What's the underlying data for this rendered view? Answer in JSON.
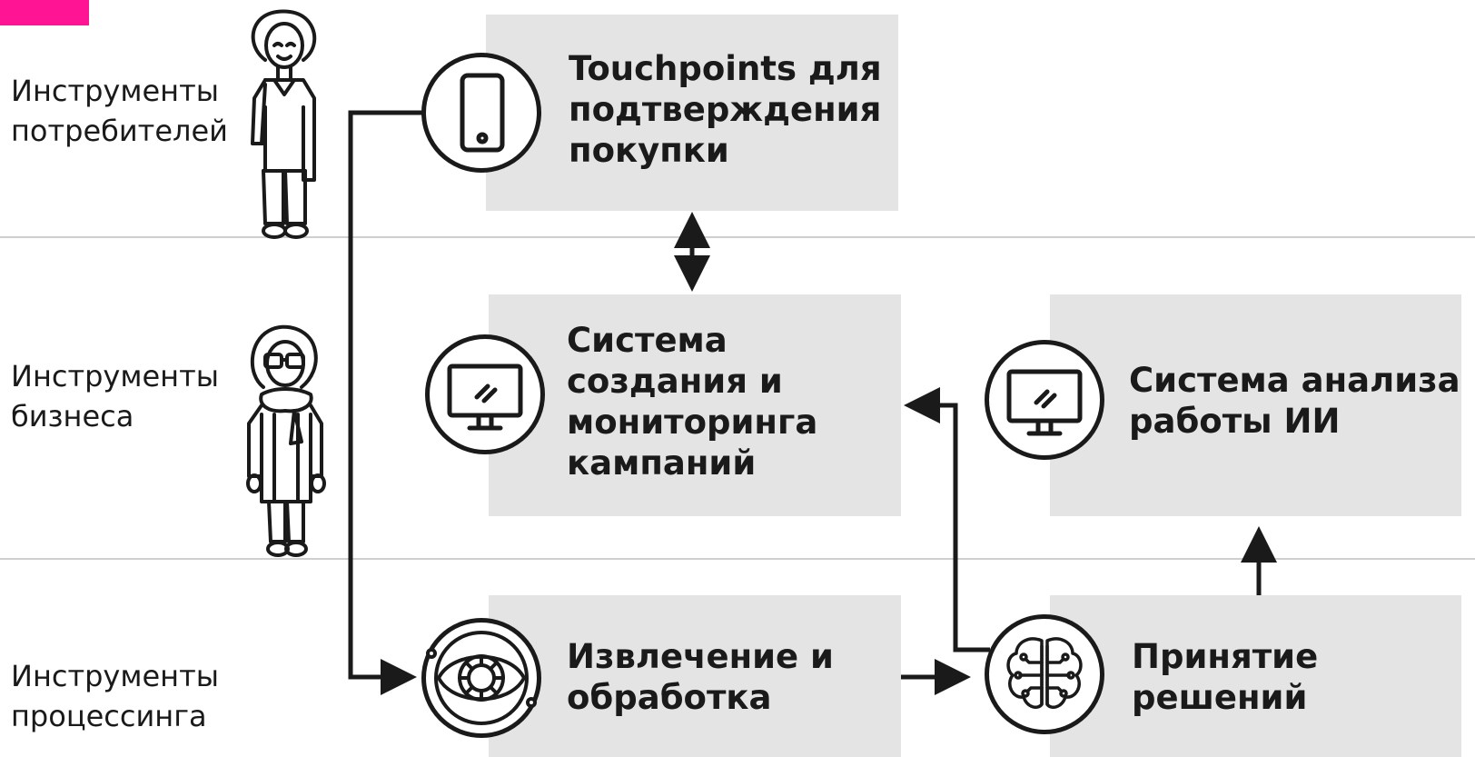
{
  "colors": {
    "accent": "#ff1493",
    "box_fill": "#e4e4e4",
    "line": "#1a1a1a",
    "divider": "#cfcfcf"
  },
  "rows": [
    {
      "label": "Инструменты\nпотребителей",
      "person_icon": "consumer-person-icon"
    },
    {
      "label": "Инструменты\nбизнеса",
      "person_icon": "business-person-icon"
    },
    {
      "label": "Инструменты\nпроцессинга",
      "person_icon": ""
    }
  ],
  "boxes": {
    "touchpoints": {
      "title": "Touchpoints для\nподтверждения\n   покупки",
      "icon": "smartphone-icon"
    },
    "campaign_system": {
      "title": "Система\nсоздания и\nмониторинга\nкампаний",
      "icon": "monitor-icon"
    },
    "ai_analysis": {
      "title": "Система анализа\nработы ИИ",
      "icon": "monitor-icon"
    },
    "extraction": {
      "title": "Извлечение и\nобработка",
      "icon": "eye-icon"
    },
    "decisions": {
      "title": "Принятие\nрешений",
      "icon": "brain-circuit-icon"
    }
  }
}
